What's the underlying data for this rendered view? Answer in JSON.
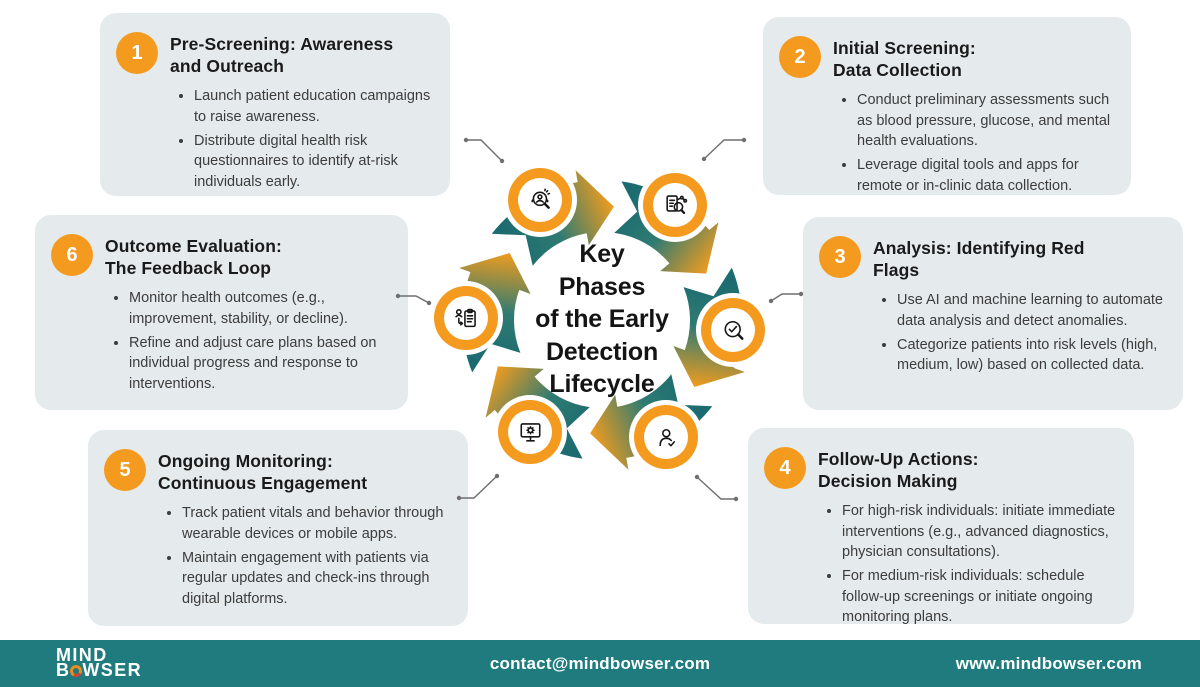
{
  "center": {
    "title_lines": [
      "Key",
      "Phases",
      "of the Early",
      "Detection",
      "Lifecycle"
    ]
  },
  "phases": [
    {
      "number": "1",
      "title_lines": [
        "Pre-Screening: Awareness",
        "and Outreach"
      ],
      "bullets": [
        "Launch patient education campaigns to raise awareness.",
        "Distribute digital health risk questionnaires to identify at-risk individuals early."
      ],
      "icon": "people-search-icon"
    },
    {
      "number": "2",
      "title_lines": [
        "Initial Screening:",
        "Data Collection"
      ],
      "bullets": [
        "Conduct preliminary assessments such as blood pressure, glucose, and mental health evaluations.",
        "Leverage digital tools and apps for remote or in-clinic data collection."
      ],
      "icon": "document-search-icon"
    },
    {
      "number": "3",
      "title_lines": [
        "Analysis: Identifying Red",
        "Flags"
      ],
      "bullets": [
        "Use AI and machine learning to automate data analysis and detect anomalies.",
        "Categorize patients into risk levels (high, medium, low) based on collected data."
      ],
      "icon": "magnifier-check-icon"
    },
    {
      "number": "4",
      "title_lines": [
        "Follow-Up Actions:",
        "Decision Making"
      ],
      "bullets": [
        "For high-risk individuals: initiate immediate interventions (e.g., advanced diagnostics, physician consultations).",
        "For medium-risk individuals: schedule follow-up screenings or initiate ongoing monitoring plans."
      ],
      "icon": "person-check-icon"
    },
    {
      "number": "5",
      "title_lines": [
        "Ongoing Monitoring:",
        "Continuous Engagement"
      ],
      "bullets": [
        "Track patient vitals and behavior through wearable devices or mobile apps.",
        "Maintain engagement with patients via regular updates and check-ins through digital platforms."
      ],
      "icon": "monitor-gear-icon"
    },
    {
      "number": "6",
      "title_lines": [
        "Outcome Evaluation:",
        "The Feedback Loop"
      ],
      "bullets": [
        "Monitor health outcomes (e.g., improvement, stability, or decline).",
        "Refine and adjust care plans based on individual progress and response to interventions."
      ],
      "icon": "clipboard-sync-icon"
    }
  ],
  "footer": {
    "email": "contact@mindbowser.com",
    "website": "www.mindbowser.com",
    "logo": {
      "line1": "MIND",
      "line2_start": "B",
      "line2_end": "WSER"
    }
  },
  "colors": {
    "accent_orange": "#f49b1f",
    "arrow_teal": "#1b6b70",
    "card_background": "#e5ebec",
    "footer_teal": "#1f7b7e"
  }
}
